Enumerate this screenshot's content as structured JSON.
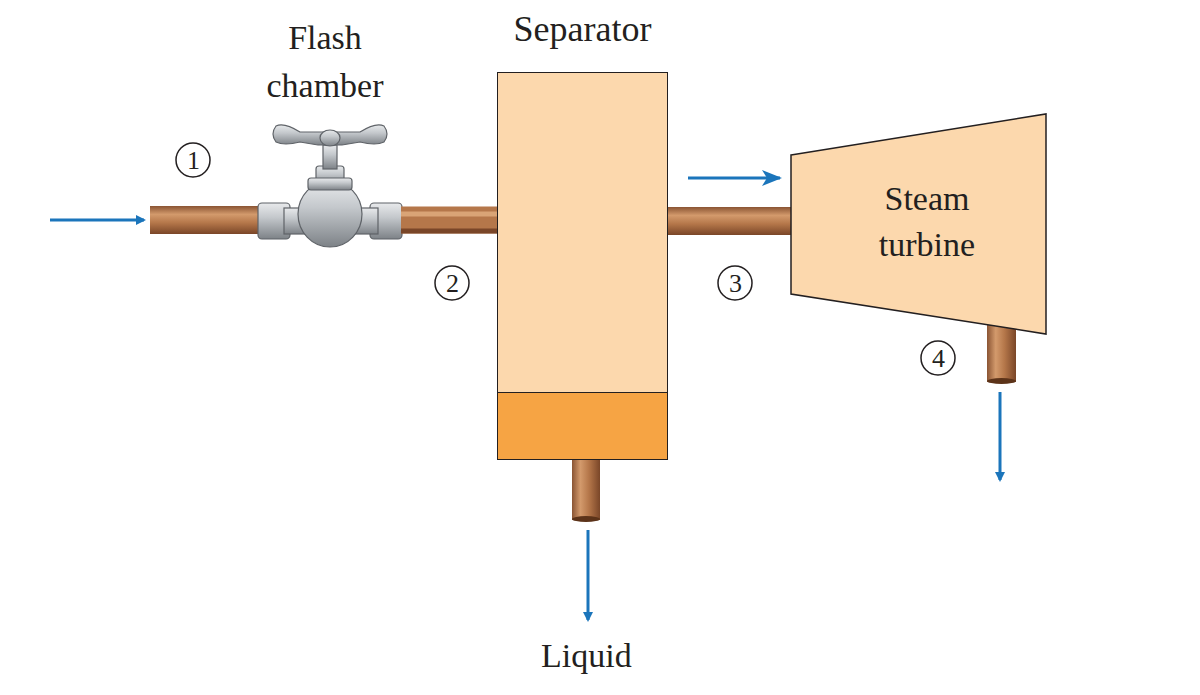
{
  "diagram": {
    "nodes": [
      {
        "text": [
          "Flash chamber"
        ]
      },
      {
        "text": [
          "Separator"
        ]
      },
      {
        "text": [
          "Steam turbine"
        ]
      }
    ],
    "edges": [
      {
        "from": 0,
        "to": 1,
        "arrow": "none"
      },
      {
        "from": 1,
        "to": 2,
        "arrow": "to"
      }
    ],
    "labels": [
      "1",
      "2",
      "3",
      "4",
      "Liquid"
    ]
  }
}
